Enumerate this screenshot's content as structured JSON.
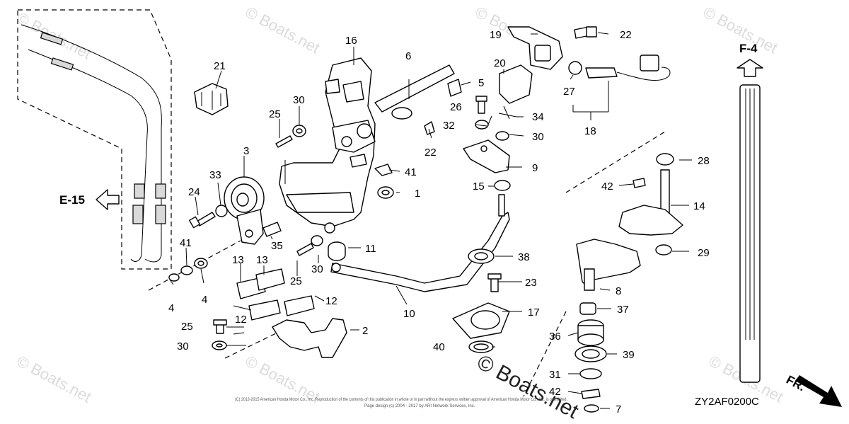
{
  "watermark": "© Boats.net",
  "diagram_code": "ZY2AF0200C",
  "refs": {
    "e15": "E-15",
    "f4": "F-4",
    "fr": "FR."
  },
  "copyright_line1": "(C) 2013-2015 American Honda Motor Co., Inc. Reproduction of the contents of this publication in whole or in part without the express written approval of American Honda Motor Co., Inc. is prohibited.",
  "copyright_line2": "Page design (c) 2004 - 2017 by ARI Network Services, Inc.",
  "callouts": {
    "c1": "1",
    "c2": "2",
    "c3": "3",
    "c4a": "4",
    "c4b": "4",
    "c5": "5",
    "c6": "6",
    "c7": "7",
    "c8": "8",
    "c9": "9",
    "c10": "10",
    "c11": "11",
    "c12a": "12",
    "c12b": "12",
    "c13a": "13",
    "c13b": "13",
    "c14": "14",
    "c15": "15",
    "c16": "16",
    "c17": "17",
    "c18": "18",
    "c19": "19",
    "c20": "20",
    "c21": "21",
    "c22a": "22",
    "c22b": "22",
    "c23": "23",
    "c24": "24",
    "c25a": "25",
    "c25b": "25",
    "c25c": "25",
    "c26": "26",
    "c27": "27",
    "c28": "28",
    "c29": "29",
    "c30a": "30",
    "c30b": "30",
    "c30c": "30",
    "c30d": "30",
    "c31": "31",
    "c32": "32",
    "c33": "33",
    "c34": "34",
    "c35": "35",
    "c36": "36",
    "c37": "37",
    "c38": "38",
    "c39": "39",
    "c40": "40",
    "c41a": "41",
    "c41b": "41",
    "c42a": "42",
    "c42b": "42"
  }
}
